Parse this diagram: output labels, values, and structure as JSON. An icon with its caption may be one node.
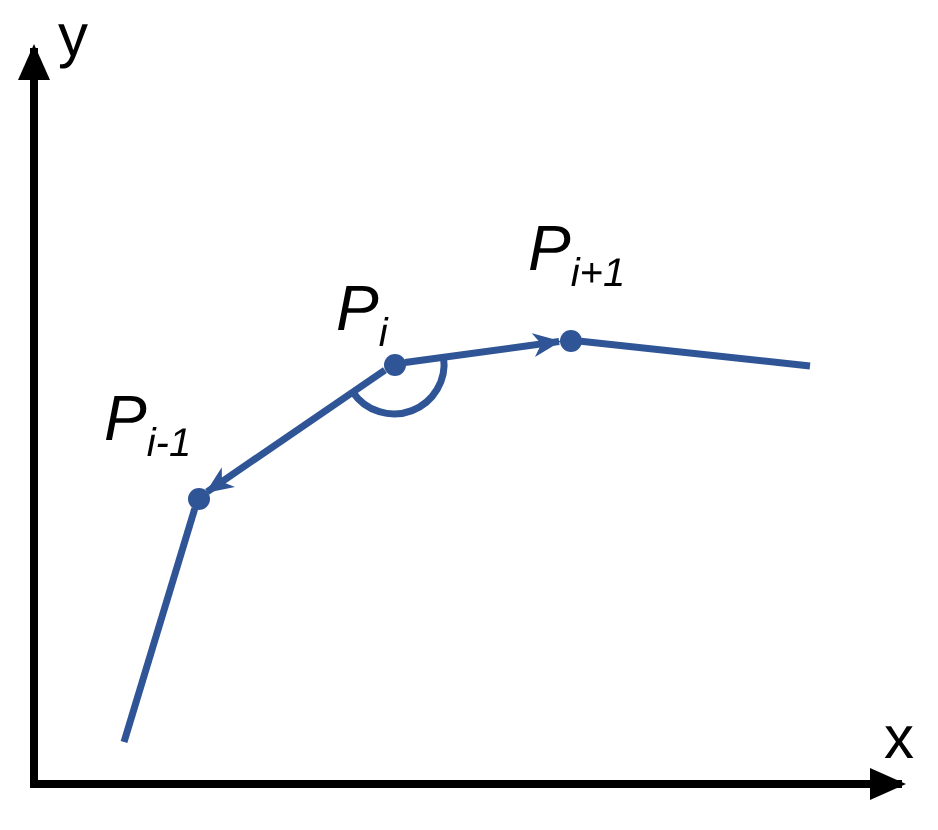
{
  "diagram": {
    "nodes": [
      {
        "text": [],
        "shape": "circle",
        "beside": [
          "P$_{i-1}$"
        ]
      },
      {
        "text": [],
        "shape": "circle",
        "beside": [
          "P$_{i}$"
        ]
      },
      {
        "text": [],
        "shape": "circle",
        "beside": [
          "P$_{i+1}$"
        ]
      }
    ],
    "edges": [
      {
        "from": null,
        "to": 0,
        "arrow": "none"
      },
      {
        "from": 1,
        "to": 0,
        "arrow": "to"
      },
      {
        "from": 1,
        "to": 2,
        "arrow": "to"
      },
      {
        "from": 2,
        "to": null,
        "arrow": "none"
      }
    ],
    "labels": [
      "y",
      "x"
    ]
  }
}
